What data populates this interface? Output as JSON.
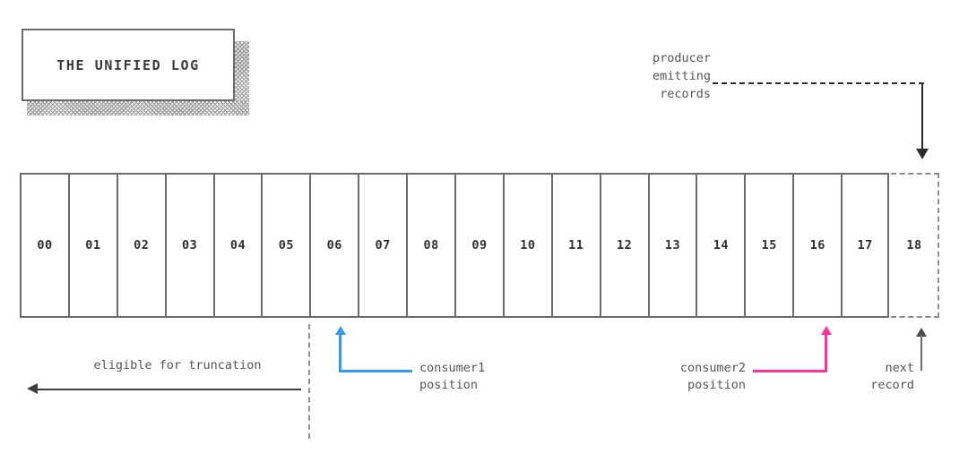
{
  "diagram": {
    "title": "THE UNIFIED LOG",
    "type": "log-timeline-diagram"
  },
  "log": {
    "cells": [
      {
        "label": "00",
        "state": "written"
      },
      {
        "label": "01",
        "state": "written"
      },
      {
        "label": "02",
        "state": "written"
      },
      {
        "label": "03",
        "state": "written"
      },
      {
        "label": "04",
        "state": "written"
      },
      {
        "label": "05",
        "state": "written"
      },
      {
        "label": "06",
        "state": "written"
      },
      {
        "label": "07",
        "state": "written"
      },
      {
        "label": "08",
        "state": "written"
      },
      {
        "label": "09",
        "state": "written"
      },
      {
        "label": "10",
        "state": "written"
      },
      {
        "label": "11",
        "state": "written"
      },
      {
        "label": "12",
        "state": "written"
      },
      {
        "label": "13",
        "state": "written"
      },
      {
        "label": "14",
        "state": "written"
      },
      {
        "label": "15",
        "state": "written"
      },
      {
        "label": "16",
        "state": "written"
      },
      {
        "label": "17",
        "state": "written"
      },
      {
        "label": "18",
        "state": "pending"
      }
    ]
  },
  "annotations": {
    "producer": {
      "label": "producer\nemitting\nrecords",
      "target_cell": "18",
      "color": "#2b2b2b"
    },
    "truncation": {
      "label": "eligible for truncation",
      "direction": "left",
      "color": "#3d3d3d"
    },
    "consumer1": {
      "label": "consumer1\nposition",
      "target_cell": "06",
      "color": "#3399ee"
    },
    "consumer2": {
      "label": "consumer2\nposition",
      "target_cell": "16",
      "color": "#ff3399"
    },
    "next_record": {
      "label": "next\nrecord",
      "target_cell": "18",
      "color": "#6b6b6b"
    }
  }
}
